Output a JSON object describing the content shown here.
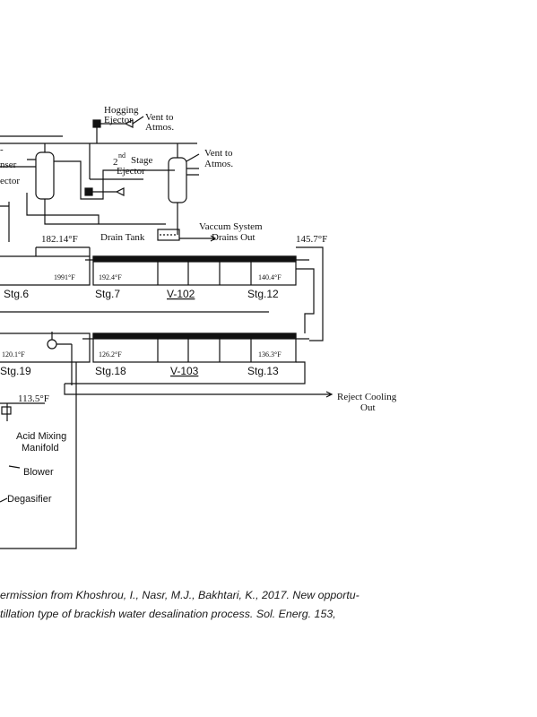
{
  "diagram": {
    "labels": {
      "hogging_ejector_1": "Hogging",
      "hogging_ejector_2": "Ejector",
      "vent_top_1": "Vent to",
      "vent_top_2": "Atmos.",
      "second_stage_sup": "nd",
      "second_stage_1": "2",
      "second_stage_2": "Stage",
      "second_stage_3": "Ejector",
      "vent_right_1": "Vent to",
      "vent_right_2": "Atmos.",
      "condenser_partial": "-",
      "condenser_partial_2": "nser",
      "ejector_partial": "ector",
      "vacuum_1": "Vaccum System",
      "vacuum_2": "Drains Out",
      "drain_tank": "Drain Tank",
      "temp_182": "182.14°F",
      "temp_145": "145.7°F",
      "temp_1991": "1991°F",
      "temp_1924": "192.4°F",
      "temp_1404": "140.4°F",
      "stg6": "Stg.6",
      "stg7": "Stg.7",
      "v102": "V-102",
      "stg12": "Stg.12",
      "temp_1201": "120.1°F",
      "temp_1262": "126.2°F",
      "temp_1363": "136.3°F",
      "stg19": "Stg.19",
      "stg18": "Stg.18",
      "v103": "V-103",
      "stg13": "Stg.13",
      "reject_1": "Reject Cooling",
      "reject_2": "Out",
      "temp_1135": "113.5°F",
      "acid_1": "Acid Mixing",
      "acid_2": "Manifold",
      "blower": "Blower",
      "degasifier": "Degasifier"
    }
  },
  "caption": {
    "line1": "ermission from Khoshrou, I., Nasr, M.J., Bakhtari, K., 2017. New opportu-",
    "line2": "tillation type of brackish water desalination process. Sol. Energ. 153,"
  }
}
